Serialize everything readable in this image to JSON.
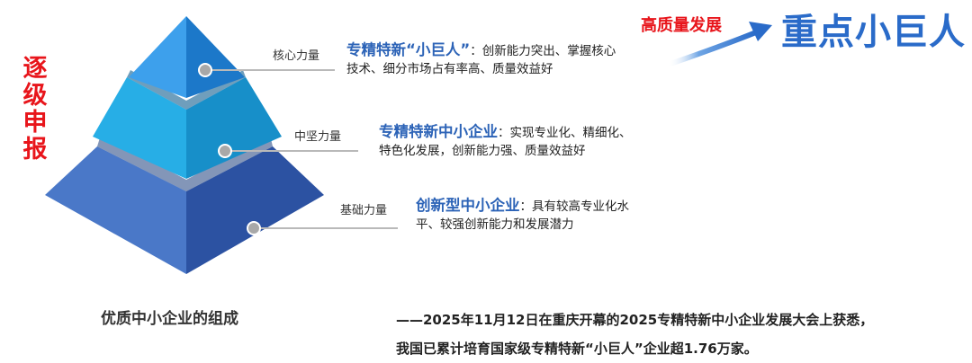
{
  "side_title": "逐级申报",
  "pyramid_caption": "优质中小企业的组成",
  "header": {
    "sub_label": "高质量发展",
    "main_label": "重点小巨人"
  },
  "levels": [
    {
      "label": "核心力量",
      "highlight": "专精特新“小巨人”",
      "desc_line1": "：创新能力突出、掌握核心",
      "desc_line2": "技术、细分市场占有率高、质量效益好"
    },
    {
      "label": "中坚力量",
      "highlight": "专精特新中小企业",
      "desc_line1": "：实现专业化、精细化、",
      "desc_line2": "特色化发展，创新能力强、质量效益好"
    },
    {
      "label": "基础力量",
      "highlight": "创新型中小企业",
      "desc_line1": "：具有较高专业化水",
      "desc_line2": "平、较强创新能力和发展潜力"
    }
  ],
  "footnote": {
    "line1": "——2025年11月12日在重庆开幕的2025专精特新中小企业发展大会上获悉，",
    "line2": "我国已累计培育国家级专精特新“小巨人”企业超1.76万家。"
  },
  "colors": {
    "top_left": "#3da0ec",
    "top_right": "#1c78c9",
    "mid_left": "#27aee6",
    "mid_right": "#178fc9",
    "base_left": "#4a78c8",
    "base_right": "#2c52a2",
    "accent_red": "#e8151b",
    "accent_blue": "#2a6bc9"
  }
}
